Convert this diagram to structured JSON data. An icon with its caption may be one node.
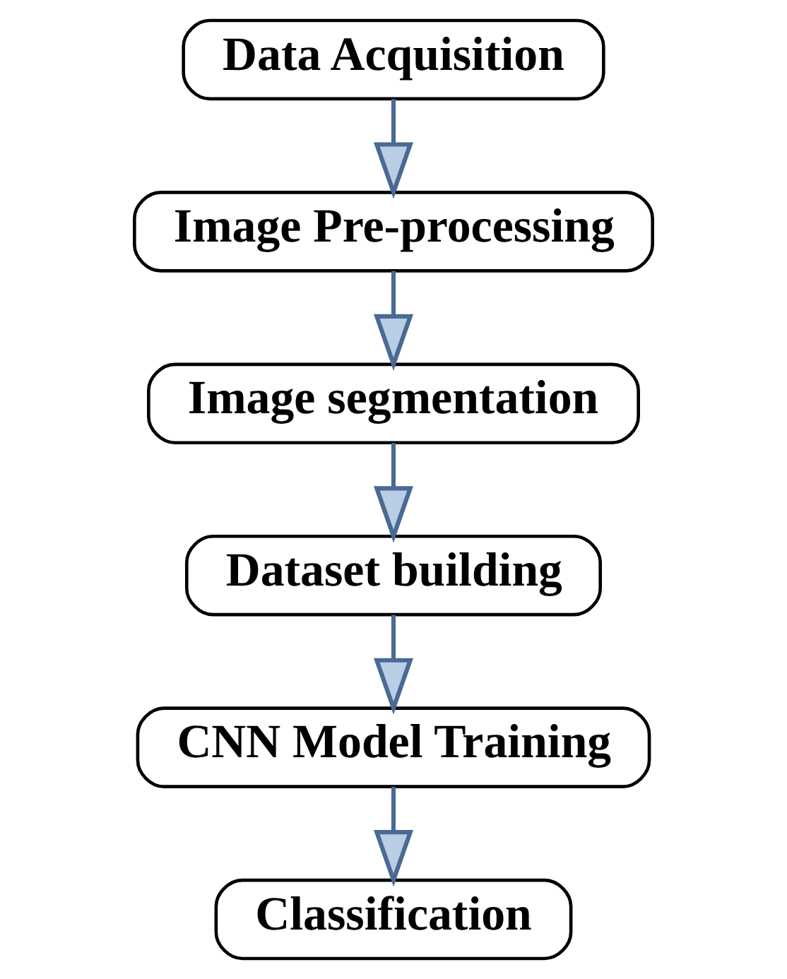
{
  "diagram": {
    "nodes": [
      {
        "text": [
          "Data Acquisition"
        ]
      },
      {
        "text": [
          "Image Pre-processing"
        ]
      },
      {
        "text": [
          "Image segmentation"
        ]
      },
      {
        "text": [
          "Dataset building"
        ]
      },
      {
        "text": [
          "CNN Model Training"
        ]
      },
      {
        "text": [
          "Classification"
        ]
      }
    ],
    "edges": [
      {
        "from": 0,
        "to": 1,
        "arrow": "to"
      },
      {
        "from": 1,
        "to": 2,
        "arrow": "to"
      },
      {
        "from": 2,
        "to": 3,
        "arrow": "to"
      },
      {
        "from": 3,
        "to": 4,
        "arrow": "to"
      },
      {
        "from": 4,
        "to": 5,
        "arrow": "to"
      }
    ]
  }
}
